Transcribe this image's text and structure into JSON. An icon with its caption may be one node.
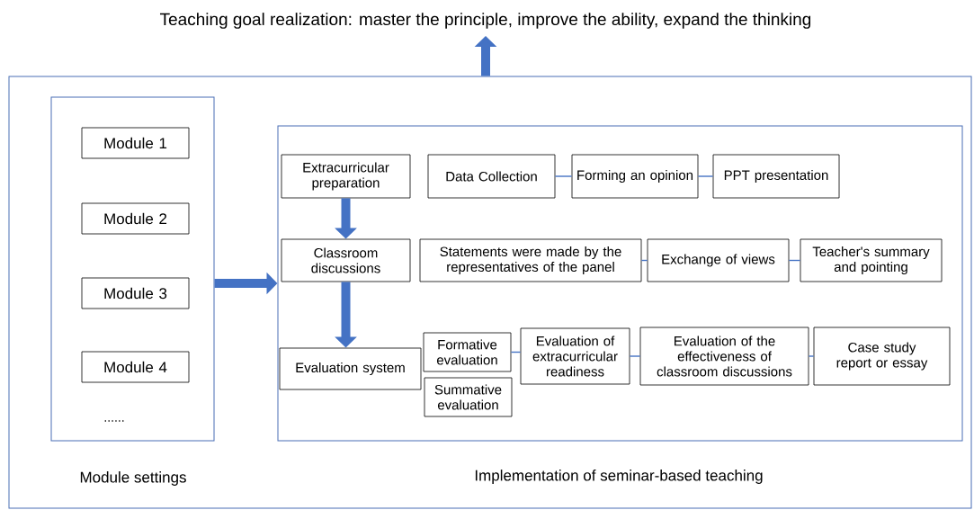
{
  "diagram": {
    "nodes": [
      {
        "text": [
          "Teaching goal realization: master the principle, improve the ability, expand the thinking"
        ]
      },
      {
        "text": [],
        "shape": "box"
      },
      {
        "text": [
          "Module settings"
        ],
        "in": 1
      },
      {
        "text": [
          "Module 1"
        ],
        "in": 2
      },
      {
        "text": [
          "Module 2"
        ],
        "in": 2
      },
      {
        "text": [
          "Module 3"
        ],
        "in": 2
      },
      {
        "text": [
          "Module 4"
        ],
        "in": 2
      },
      {
        "text": [
          "Implementation of seminar-based teaching"
        ],
        "in": 1
      },
      {
        "text": [
          "Extracurricular preparation"
        ],
        "in": 7
      },
      {
        "text": [
          "Data Collection"
        ],
        "in": 7
      },
      {
        "text": [
          "Forming an opinion"
        ],
        "in": 7
      },
      {
        "text": [
          "PPT presentation"
        ],
        "in": 7
      },
      {
        "text": [
          "Classroom discussions"
        ],
        "in": 7
      },
      {
        "text": [
          "Statements were made by the representatives of the panel"
        ],
        "in": 7
      },
      {
        "text": [
          "Exchange of views"
        ],
        "in": 7
      },
      {
        "text": [
          "Teacher's summary and pointing"
        ],
        "in": 7
      },
      {
        "text": [
          "Evaluation system"
        ],
        "in": 7
      },
      {
        "text": [
          "Formative evaluation"
        ],
        "in": 7
      },
      {
        "text": [
          "Summative evaluation"
        ],
        "in": 7
      },
      {
        "text": [
          "Evaluation of extracurricular readiness"
        ],
        "in": 7
      },
      {
        "text": [
          "Evaluation of the effectiveness of classroom discussions"
        ],
        "in": 7
      },
      {
        "text": [
          "Case study report or essay"
        ],
        "in": 7
      }
    ],
    "edges": [
      {
        "from": 1,
        "to": 0,
        "arrow": "to",
        "style": "thick"
      },
      {
        "from": 2,
        "to": 7,
        "arrow": "to",
        "style": "thick"
      },
      {
        "from": 8,
        "to": 12,
        "arrow": "to",
        "style": "thick"
      },
      {
        "from": 12,
        "to": 16,
        "arrow": "to",
        "style": "thick"
      },
      {
        "from": 9,
        "to": 10,
        "arrow": "none"
      },
      {
        "from": 10,
        "to": 11,
        "arrow": "none"
      },
      {
        "from": 13,
        "to": 14,
        "arrow": "none"
      },
      {
        "from": 14,
        "to": 15,
        "arrow": "none"
      },
      {
        "from": 17,
        "to": 19,
        "arrow": "none"
      },
      {
        "from": 19,
        "to": 20,
        "arrow": "none"
      },
      {
        "from": 20,
        "to": 21,
        "arrow": "none"
      }
    ],
    "labels": [
      "......"
    ]
  }
}
